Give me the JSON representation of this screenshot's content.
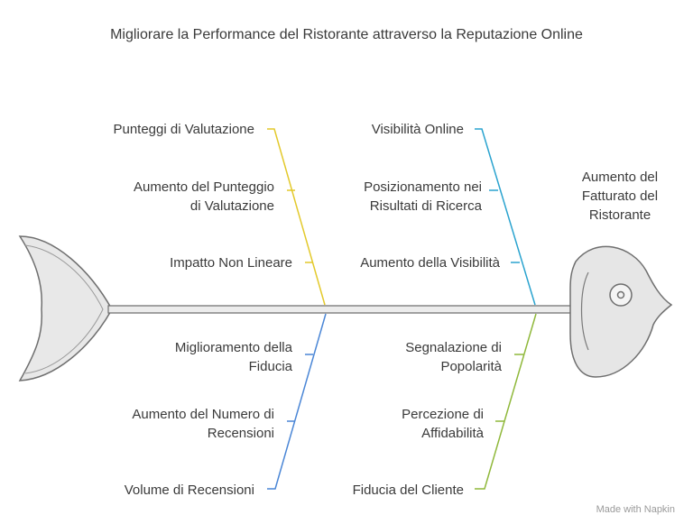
{
  "title": "Migliorare la Performance del Ristorante attraverso la Reputazione Online",
  "effect": "Aumento del\nFatturato del\nRistorante",
  "branches": {
    "top_left": {
      "color": "#e3c92b",
      "labels": [
        "Punteggi di Valutazione",
        "Aumento del Punteggio\ndi Valutazione",
        "Impatto Non Lineare"
      ]
    },
    "top_right": {
      "color": "#2aa3cf",
      "labels": [
        "Visibilità Online",
        "Posizionamento nei\nRisultati di Ricerca",
        "Aumento della Visibilità"
      ]
    },
    "bottom_left": {
      "color": "#4a86d6",
      "labels": [
        "Miglioramento della\nFiducia",
        "Aumento del Numero di\nRecensioni",
        "Volume di Recensioni"
      ]
    },
    "bottom_right": {
      "color": "#8fb83a",
      "labels": [
        "Segnalazione di\nPopolarità",
        "Percezione di\nAffidabilità",
        "Fiducia del Cliente"
      ]
    }
  },
  "watermark": "Made with  Napkin"
}
